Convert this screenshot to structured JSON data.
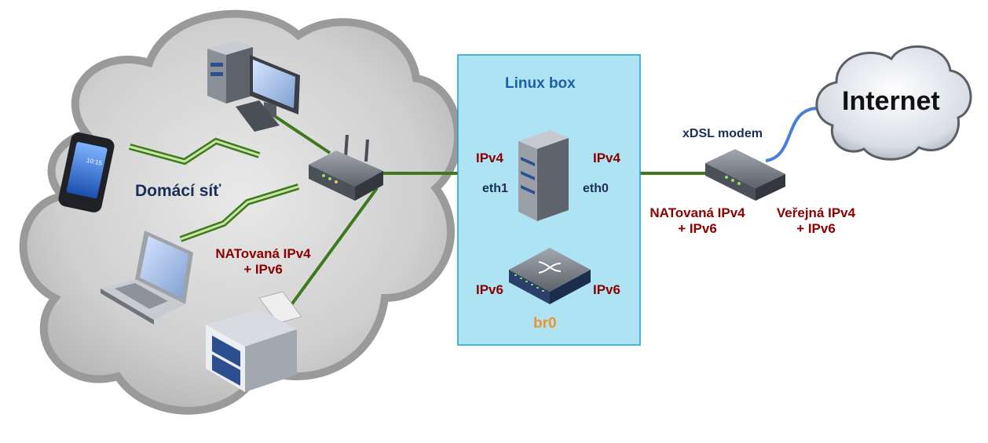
{
  "home_network": {
    "label": "Domácí síť",
    "lan_addressing": [
      "NATovaná IPv4",
      "+ IPv6"
    ],
    "phone_clock": "10:15"
  },
  "linux_box": {
    "title": "Linux box",
    "eth1_label": "eth1",
    "eth0_label": "eth0",
    "left_ipv4": "IPv4",
    "right_ipv4": "IPv4",
    "left_ipv6": "IPv6",
    "right_ipv6": "IPv6",
    "bridge_label": "br0"
  },
  "wan": {
    "modem_label": "xDSL modem",
    "internal_addressing": [
      "NATovaná IPv4",
      "+ IPv6"
    ],
    "public_addressing": [
      "Veřejná IPv4",
      "+ IPv6"
    ],
    "internet_label": "Internet"
  },
  "colors": {
    "link_green": "#3e7a1c",
    "linuxbox_fill": "#aee3f3",
    "linuxbox_border": "#1ba1cf",
    "red_text": "#8b0000",
    "navy_text": "#1a2e57",
    "bridge_orange": "#e8962e",
    "cloud_gray": "#d4d4d4",
    "internet_cloud": "#dfe3ea"
  },
  "icons": [
    "desktop-computer-icon",
    "router-icon",
    "smartphone-icon",
    "laptop-icon",
    "printer-icon",
    "server-icon",
    "network-switch-icon",
    "modem-icon",
    "lightning-link-icon",
    "cloud-icon"
  ]
}
